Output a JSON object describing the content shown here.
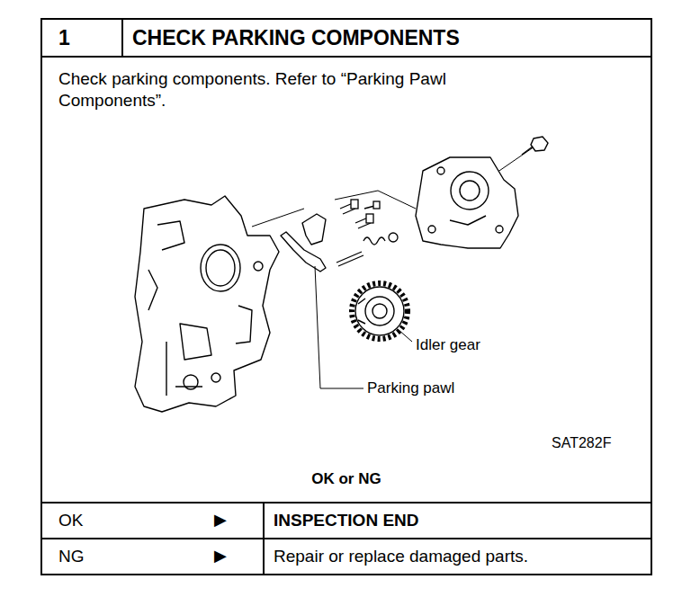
{
  "diagram": {
    "nodes": [
      {
        "text": [
          "1"
        ]
      },
      {
        "text": [
          "CHECK PARKING COMPONENTS"
        ]
      },
      {
        "text": [
          "Check parking components. Refer to “Parking Pawl Components”.",
          "OK or NG"
        ]
      },
      {
        "text": [
          "OK"
        ]
      },
      {
        "text": [
          "INSPECTION END"
        ]
      },
      {
        "text": [
          "NG"
        ]
      },
      {
        "text": [
          "Repair or replace damaged parts."
        ]
      }
    ],
    "labels": [
      "Idler gear",
      "Parking pawl",
      "SAT282F",
      "▶",
      "▶"
    ]
  }
}
